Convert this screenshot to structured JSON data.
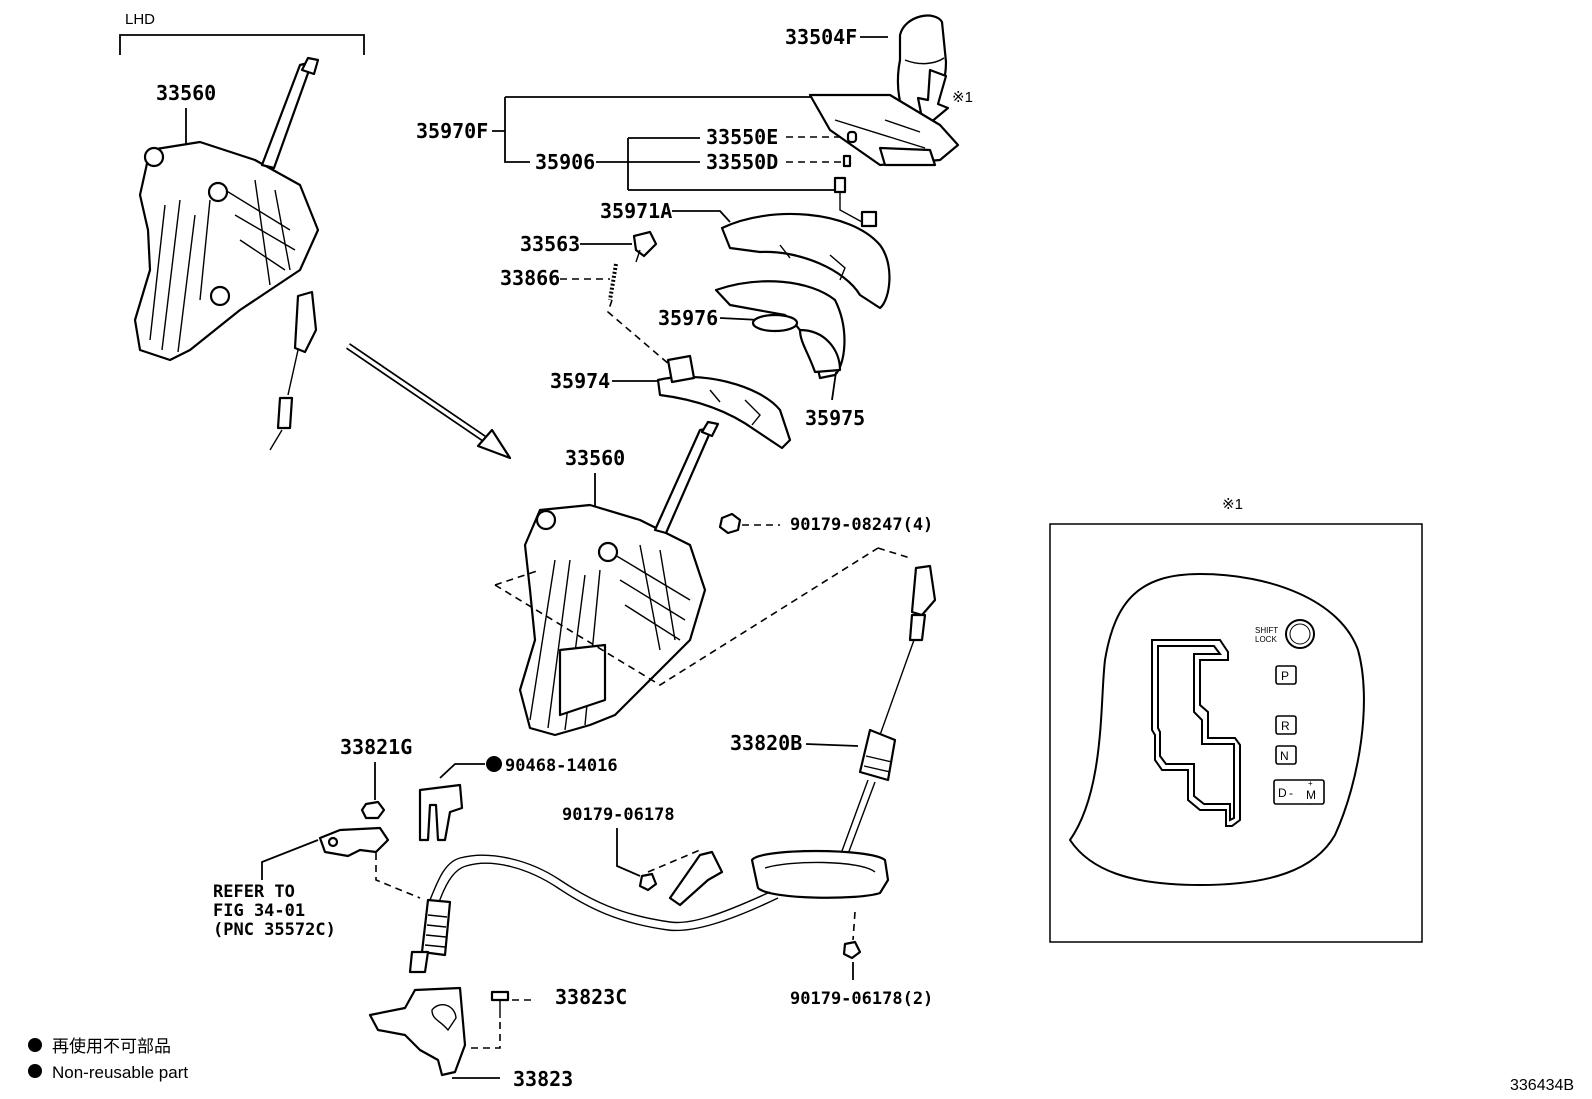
{
  "lhd_label": "LHD",
  "parts": {
    "p33504F": "33504F",
    "p35970F": "35970F",
    "p33550E": "33550E",
    "p35906": "35906",
    "p33550D": "33550D",
    "p35971A": "35971A",
    "p33563": "33563",
    "p33866": "33866",
    "p35976": "35976",
    "p35974": "35974",
    "p35975": "35975",
    "p33560_top": "33560",
    "p33560_center": "33560",
    "p90179_08247": "90179-08247(4)",
    "p33820B": "33820B",
    "p33821G": "33821G",
    "p90468_14016": "90468-14016",
    "p90179_06178": "90179-06178",
    "p90179_06178_2": "90179-06178(2)",
    "p33823C": "33823C",
    "p33823": "33823"
  },
  "refer": {
    "line1": "REFER TO",
    "line2": "FIG 34-01",
    "line3": "(PNC 35572C)"
  },
  "note_mark": "※1",
  "inset": {
    "title": "※1",
    "shift_lock": [
      "SHIFT",
      "LOCK"
    ],
    "positions": [
      "P",
      "R",
      "N",
      "D"
    ],
    "manual": "M",
    "plus": "+",
    "minus": "−",
    "dash": "-"
  },
  "legend": {
    "jp": "再使用不可部品",
    "en": "Non-reusable part"
  },
  "diagram_id": "336434B"
}
